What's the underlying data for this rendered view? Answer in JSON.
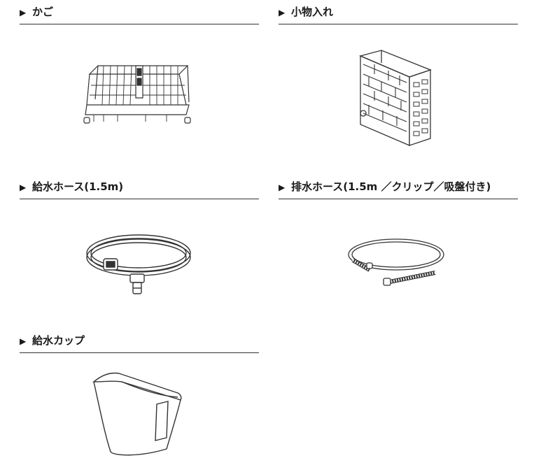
{
  "bullet": "▶",
  "items": [
    {
      "id": "kago",
      "label": "かご"
    },
    {
      "id": "komonoire",
      "label": "小物入れ"
    },
    {
      "id": "kyusui-hose",
      "label": "給水ホース(1.5m)"
    },
    {
      "id": "haisui-hose",
      "label": "排水ホース(1.5m ／クリップ／吸盤付き)"
    },
    {
      "id": "kyusui-cup",
      "label": "給水カップ"
    }
  ]
}
